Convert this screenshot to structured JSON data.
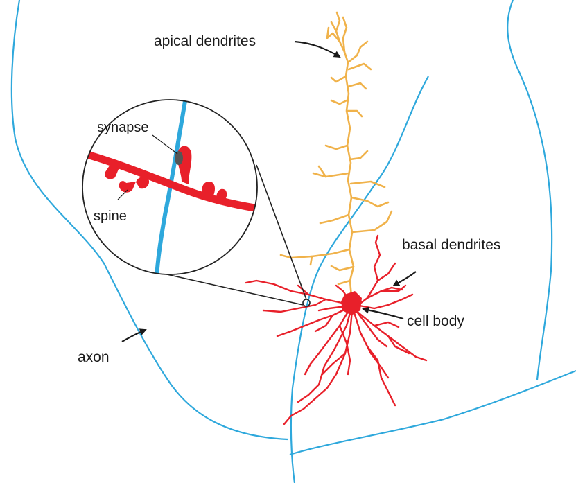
{
  "labels": {
    "apical_dendrites": "apical dendrites",
    "basal_dendrites": "basal dendrites",
    "cell_body": "cell body",
    "axon": "axon",
    "synapse": "synapse",
    "spine": "spine"
  },
  "colors": {
    "axon": "#2ea8dc",
    "apical": "#f0b24a",
    "basal": "#e8202a",
    "outline": "#222222",
    "text": "#1a1a1a"
  }
}
